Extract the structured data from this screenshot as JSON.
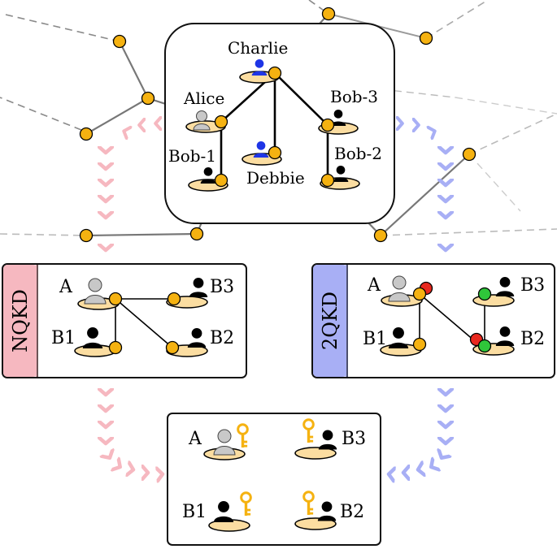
{
  "colors": {
    "node": "#F5B211",
    "plate": "#FBDDA1",
    "pink": "#F6B8C0",
    "blue": "#A8AFF5",
    "blue_user": "#1E35E6",
    "gray_user": "#C8C8C8",
    "red": "#E8281E",
    "green": "#2FC63A",
    "key": "#F5B211"
  },
  "top_network": {
    "users": {
      "charlie": "Charlie",
      "alice": "Alice",
      "bob3": "Bob-3",
      "bob1": "Bob-1",
      "debbie": "Debbie",
      "bob2": "Bob-2"
    }
  },
  "nqkd_panel": {
    "side_label": "NQKD",
    "labels": {
      "a": "A",
      "b1": "B1",
      "b2": "B2",
      "b3": "B3"
    }
  },
  "twoqkd_panel": {
    "side_label": "2QKD",
    "labels": {
      "a": "A",
      "b1": "B1",
      "b2": "B2",
      "b3": "B3"
    }
  },
  "key_panel": {
    "labels": {
      "a": "A",
      "b1": "B1",
      "b2": "B2",
      "b3": "B3"
    }
  }
}
